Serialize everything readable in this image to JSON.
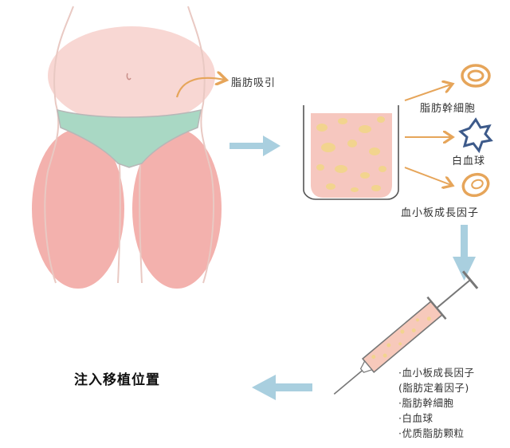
{
  "colors": {
    "body_glow": "#f6c9c4",
    "body_fill": "#f2a8a4",
    "body_outline": "#e9c9c3",
    "underwear": "#a9d8c4",
    "underwear_outline": "#b7b7b7",
    "arrow_orange": "#e6a55a",
    "arrow_blue": "#a9cfdf",
    "beaker_fill": "#f6c7bf",
    "fat_blob": "#f2d48e",
    "star_blue": "#3d5a8a",
    "syringe_fill": "#f7c9bb",
    "syringe_line": "#777777"
  },
  "labels": {
    "fat_suction": "脂肪吸引",
    "stem_cells": "脂肪幹細胞",
    "white_blood_cells": "白血球",
    "platelet_factor": "血小板成長因子",
    "injection": "注入移植位置"
  },
  "syringe_contents": [
    "·血小板成長因子",
    "(脂肪定着因子)",
    "·脂肪幹細胞",
    "·白血球",
    "·优质脂肪颗粒"
  ]
}
